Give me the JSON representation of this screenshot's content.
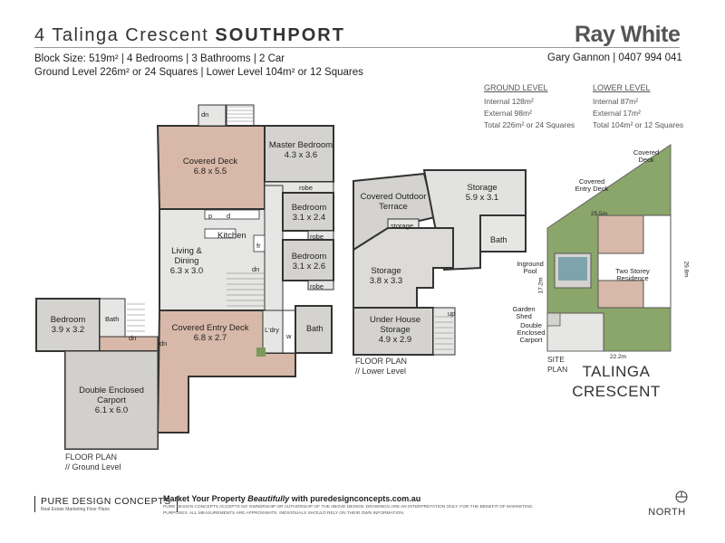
{
  "header": {
    "address": "4 Talinga Crescent",
    "suburb": "SOUTHPORT",
    "brand": "Ray White",
    "agent": "Gary Gannon | 0407 994 041"
  },
  "specs": {
    "line1": "Block Size: 519m²  |  4 Bedrooms  |  3 Bathrooms  | 2 Car",
    "line2": "Ground Level 226m² or 24 Squares |  Lower Level 104m² or 12 Squares"
  },
  "areas": {
    "ground": {
      "heading": "GROUND LEVEL",
      "internal": "Internal 128m²",
      "external": "External 98m²",
      "total": "Total 226m² or  24 Squares"
    },
    "lower": {
      "heading": "LOWER LEVEL",
      "internal": "Internal 87m²",
      "external": "External 17m²",
      "total": "Total 104m² or  12 Squares"
    }
  },
  "ground_rooms": {
    "covered_deck": {
      "name": "Covered Deck",
      "size": "6.8 x 5.5"
    },
    "master": {
      "name": "Master Bedroom",
      "size": "4.3 x 3.6"
    },
    "bed2": {
      "name": "Bedroom",
      "size": "3.1 x 2.4"
    },
    "bed3": {
      "name": "Bedroom",
      "size": "3.1 x 2.6"
    },
    "kitchen": "Kitchen",
    "living": {
      "name": "Living & Dining",
      "size": "6.3 x 3.0"
    },
    "entry_deck": {
      "name": "Covered Entry Deck",
      "size": "6.8 x 2.7"
    },
    "bed4": {
      "name": "Bedroom",
      "size": "3.9 x 3.2"
    },
    "carport": {
      "name": "Double Enclosed Carport",
      "size": "6.1 x 6.0"
    },
    "bath": "Bath",
    "ldry": "L'dry",
    "wc": "w",
    "robe": "robe",
    "dn": "dn",
    "p": "p",
    "d": "d",
    "fr": "fr"
  },
  "lower_rooms": {
    "terrace": {
      "name": "Covered Outdoor Terrace"
    },
    "storage_small": "storage",
    "storage1": {
      "name": "Storage",
      "size": "5.9 x 3.1"
    },
    "bath": "Bath",
    "storage2": {
      "name": "Storage",
      "size": "3.8 x 3.3"
    },
    "under_house": {
      "name": "Under House Storage",
      "size": "4.9 x 2.9"
    },
    "up": "up"
  },
  "site": {
    "covered_deck": "Covered Deck",
    "covered_entry_deck": "Covered Entry Deck",
    "pool": "Inground Pool",
    "residence": "Two Storey Residence",
    "shed": "Garden Shed",
    "carport": "Double Enclosed Carport",
    "dim_top": "25.5m",
    "dim_right": "29.8m",
    "dim_left": "17.2m",
    "dim_bottom": "22.2m",
    "label": "SITE PLAN",
    "street": "TALINGA CRESCENT"
  },
  "labels": {
    "ground_plan": "FLOOR PLAN",
    "ground_sub": "// Ground Level",
    "lower_plan": "FLOOR PLAN",
    "lower_sub": "// Lower Level"
  },
  "footer": {
    "company": "PURE DESIGN CONCEPTS",
    "tagline": "Real Estate Marketing Floor Plans",
    "market_prefix": "Market Your Property ",
    "market_em": "Beautifully",
    "market_suffix": " with puredesignconcepts.com.au",
    "disclaimer": "PURE DESIGN CONCEPTS ACCEPTS NO OWNERSHIP OR AUTHORSHIP OF THE ABOVE DESIGN. DRAWINGS ARE AN INTERPRETATION ONLY. FOR THE BENEFIT OF MARKETING PURPOSES. ALL MEASUREMENTS ARE APPROXIMATE. INDIVIDUALS SHOULD RELY ON THEIR OWN INFORMATION.",
    "north": "NORTH"
  },
  "colors": {
    "deck": "#d8b8a8",
    "room": "#d4d3cf",
    "floor": "#e6e6e4",
    "wall": "#333333",
    "lawn": "#8aa66a"
  }
}
